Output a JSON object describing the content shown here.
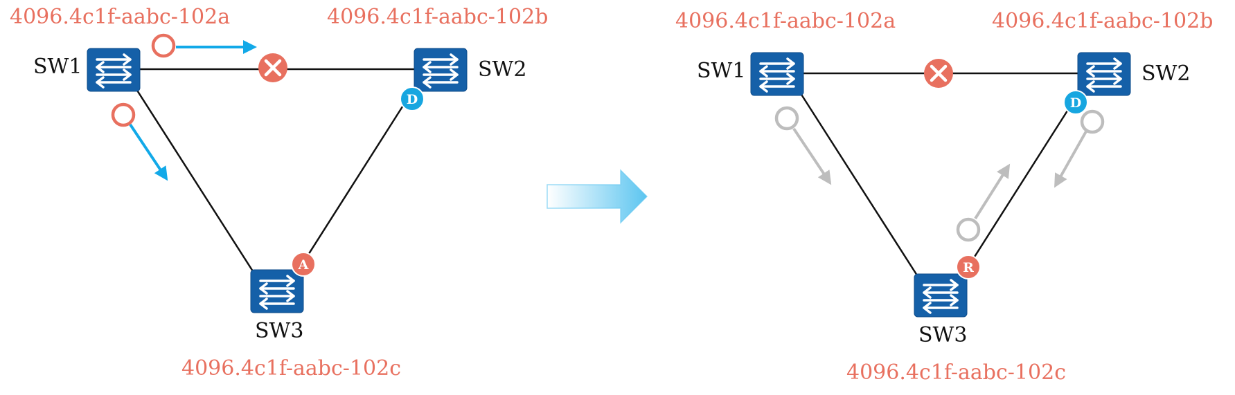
{
  "colors": {
    "bridge_id": "#e8705f",
    "switch_fill": "#1560a8",
    "switch_stroke": "#0d4b8a",
    "link": "#111111",
    "designated_badge": "#17a6e0",
    "alternate_badge": "#e8705f",
    "root_badge": "#e8705f",
    "blocked_marker": "#e8705f",
    "bpdu_active": "#12a9e8",
    "bpdu_inactive": "#bdbdbd",
    "transition_arrow": "#5cc5f0"
  },
  "before": {
    "bridge_ids": {
      "sw1": "4096.4c1f-aabc-102a",
      "sw2": "4096.4c1f-aabc-102b",
      "sw3": "4096.4c1f-aabc-102c"
    },
    "switch_labels": {
      "sw1": "SW1",
      "sw2": "SW2",
      "sw3": "SW3"
    },
    "port_badges": {
      "sw2_port": "D",
      "sw3_port": "A"
    }
  },
  "after": {
    "bridge_ids": {
      "sw1": "4096.4c1f-aabc-102a",
      "sw2": "4096.4c1f-aabc-102b",
      "sw3": "4096.4c1f-aabc-102c"
    },
    "switch_labels": {
      "sw1": "SW1",
      "sw2": "SW2",
      "sw3": "SW3"
    },
    "port_badges": {
      "sw2_port": "D",
      "sw3_port": "R"
    }
  }
}
